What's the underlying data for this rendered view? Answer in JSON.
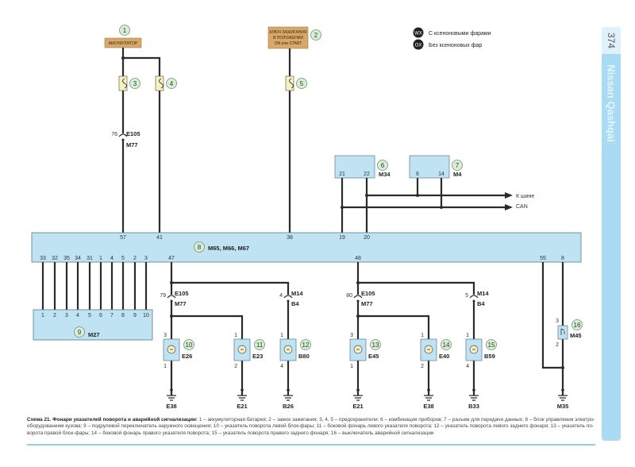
{
  "page": {
    "number": "374",
    "brand": "Nissan Qashqai"
  },
  "legend": [
    {
      "code": "WX",
      "text": "С ксеноновыми фарами"
    },
    {
      "code": "OX",
      "text": "Без ксеноновых фар"
    }
  ],
  "components": {
    "battery": {
      "ref": "1",
      "label": "АККУМУЛЯТОР"
    },
    "ignition": {
      "ref": "2",
      "lines": [
        "КЛЮЧ ЗАЖИГАНИЯ",
        "В ПОЛОЖЕНИИ",
        "ON или START"
      ]
    },
    "fuse3": {
      "ref": "3"
    },
    "fuse4": {
      "ref": "4"
    },
    "fuse5": {
      "ref": "5"
    },
    "cluster": {
      "ref": "6",
      "connector": "M34",
      "pins": [
        "21",
        "22"
      ]
    },
    "dlc": {
      "ref": "7",
      "connector": "M4",
      "pins": [
        "6",
        "14"
      ]
    },
    "bcm": {
      "ref": "8",
      "connector": "M65, M66, M67",
      "top_pins": [
        "57",
        "41",
        "38",
        "19",
        "20"
      ],
      "bottom_pins": [
        "33",
        "32",
        "35",
        "34",
        "31",
        "1",
        "4",
        "5",
        "2",
        "3",
        "47",
        "48",
        "55",
        "8"
      ]
    },
    "combo_switch": {
      "ref": "9",
      "connector": "M27",
      "pins": [
        "1",
        "2",
        "3",
        "4",
        "5",
        "6",
        "7",
        "8",
        "9",
        "10"
      ]
    },
    "lamp10": {
      "ref": "10",
      "connector": "E26",
      "pin_top": "3",
      "pin_bottom": "1",
      "ground": "E38"
    },
    "lamp11": {
      "ref": "11",
      "connector": "E23",
      "pin_top": "1",
      "pin_bottom": "2",
      "ground": "E21"
    },
    "lamp12": {
      "ref": "12",
      "connector": "B80",
      "pin_top": "1",
      "pin_bottom": "4",
      "ground": "B26"
    },
    "lamp13": {
      "ref": "13",
      "connector": "E45",
      "pin_top": "3",
      "pin_bottom": "1",
      "ground": "E21"
    },
    "lamp14": {
      "ref": "14",
      "connector": "E40",
      "pin_top": "1",
      "pin_bottom": "2",
      "ground": "E38"
    },
    "lamp15": {
      "ref": "15",
      "connector": "B59",
      "pin_top": "1",
      "pin_bottom": "4",
      "ground": "B33"
    },
    "hazard_switch": {
      "ref": "16",
      "connector": "M45",
      "pin_top": "3",
      "pin_bottom": "2",
      "ground": "M35"
    }
  },
  "junctions": {
    "j1": {
      "pin": "76",
      "top": "E105",
      "bottom": "M77"
    },
    "j2": {
      "pin": "79",
      "top": "E105",
      "bottom": "M77"
    },
    "j3": {
      "pin": "4",
      "top": "M14",
      "bottom": "B4"
    },
    "j4": {
      "pin": "80",
      "top": "E105",
      "bottom": "M77"
    },
    "j5": {
      "pin": "5",
      "top": "M14",
      "bottom": "B4"
    }
  },
  "can_bus": {
    "line1": "К шине",
    "line2": "CAN"
  },
  "caption": {
    "title": "Схема 21. Фонари указателей поворота и аварийной сигнализации:",
    "text": "1 – аккумуляторная батарея; 2 – замок зажигания; 3, 4, 5 – предохранители; 6 – комбинация приборов; 7 – разъем для передачи данных; 8 – блок управления электро­оборудованием кузова; 9 – подрулевой переключатель наружного освещения; 10 – указатель поворота левой блок-фары; 11 – боковой фонарь левого указателя поворота; 12 – указатель поворота левого заднего фонаря; 13 – указатель по­ворота правой блок-фары; 14 – боковой фонарь правого указателя поворота; 15 – указатель поворота правого заднего фонаря; 16 – выключатель аварийной сигнализации"
  },
  "colors": {
    "wire": "#2b2b2b",
    "module_fill": "#bfe3f3",
    "source_fill": "#d7a86a",
    "fuse_fill": "#f6f0c4",
    "ref_circle": "#d8eed6",
    "side_tab": "#a9dcf4"
  }
}
